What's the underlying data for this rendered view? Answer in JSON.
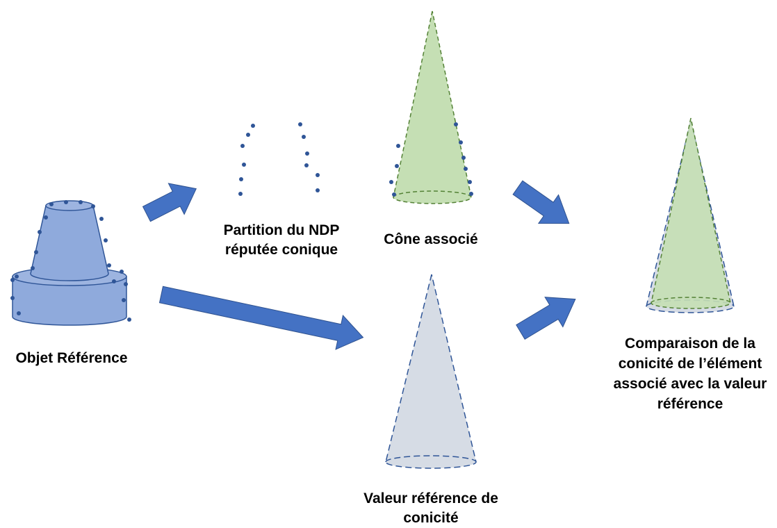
{
  "labels": {
    "reference_object": "Objet Référence",
    "partition": [
      "Partition du NDP",
      "réputée conique"
    ],
    "associated_cone": "Cône associé",
    "reference_value": [
      "Valeur référence de",
      "conicité"
    ],
    "comparison": [
      "Comparaison de la",
      "conicité de l’élément",
      "associé avec la valeur",
      "référence"
    ]
  },
  "colors": {
    "arrow": "#4472c4",
    "object_fill": "#8faadc",
    "object_stroke": "#2f5597",
    "point": "#2f5597",
    "green_fill": "#c5dfb4",
    "green_stroke": "#538135",
    "grey_fill": "#d6dce5",
    "grey_stroke": "#2f5597"
  }
}
